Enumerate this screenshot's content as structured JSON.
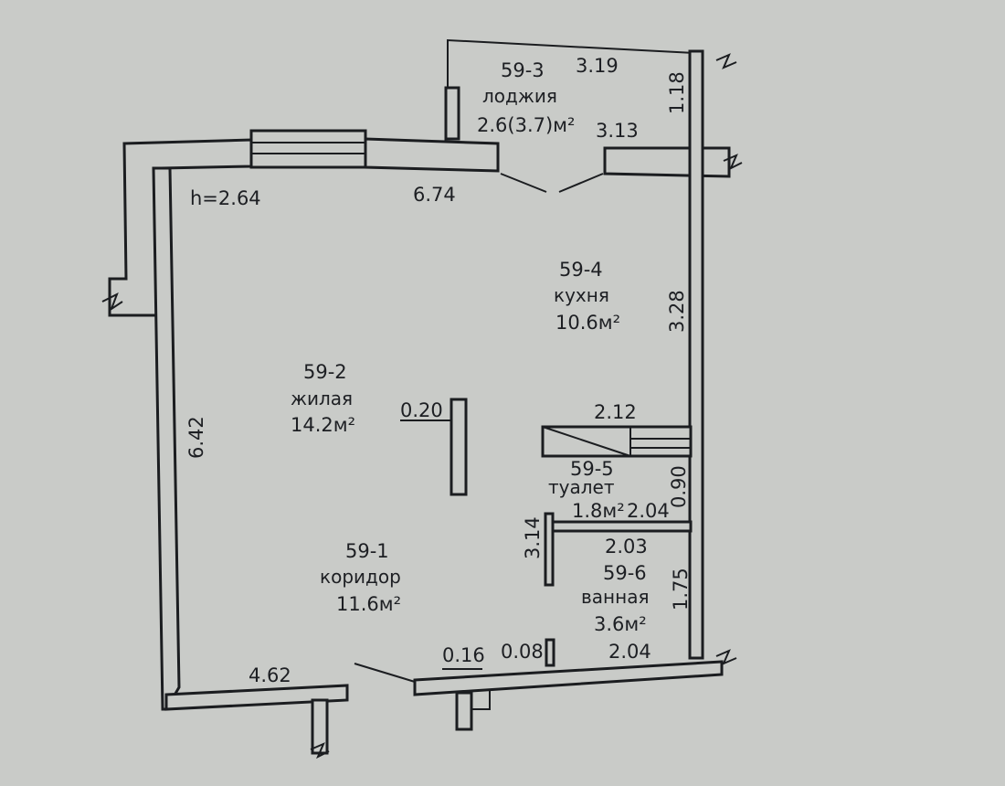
{
  "ceiling_height": "h=2.64",
  "rooms": {
    "loggia": {
      "id": "59-3",
      "name": "лоджия",
      "area": "2.6(3.7)м²"
    },
    "kitchen": {
      "id": "59-4",
      "name": "кухня",
      "area": "10.6м²"
    },
    "living": {
      "id": "59-2",
      "name": "жилая",
      "area": "14.2м²"
    },
    "corridor": {
      "id": "59-1",
      "name": "коридор",
      "area": "11.6м²"
    },
    "toilet": {
      "id": "59-5",
      "name": "туалет",
      "area": "1.8м²"
    },
    "bathroom": {
      "id": "59-6",
      "name": "ванная",
      "area": "3.6м²"
    }
  },
  "dimensions": {
    "loggia_top": "3.19",
    "loggia_right": "1.18",
    "loggia_bottom": "3.13",
    "top_wall": "6.74",
    "left_wall": "6.42",
    "kitchen_right": "3.28",
    "partition": "0.20",
    "toilet_top": "2.12",
    "toilet_right": "0.90",
    "toilet_bottom": "2.04",
    "bath_top": "2.03",
    "bath_left": "3.14",
    "bath_right": "1.75",
    "bath_bottom": "2.04",
    "bottom_left": "4.62",
    "door_a": "0.16",
    "door_b": "0.08"
  }
}
